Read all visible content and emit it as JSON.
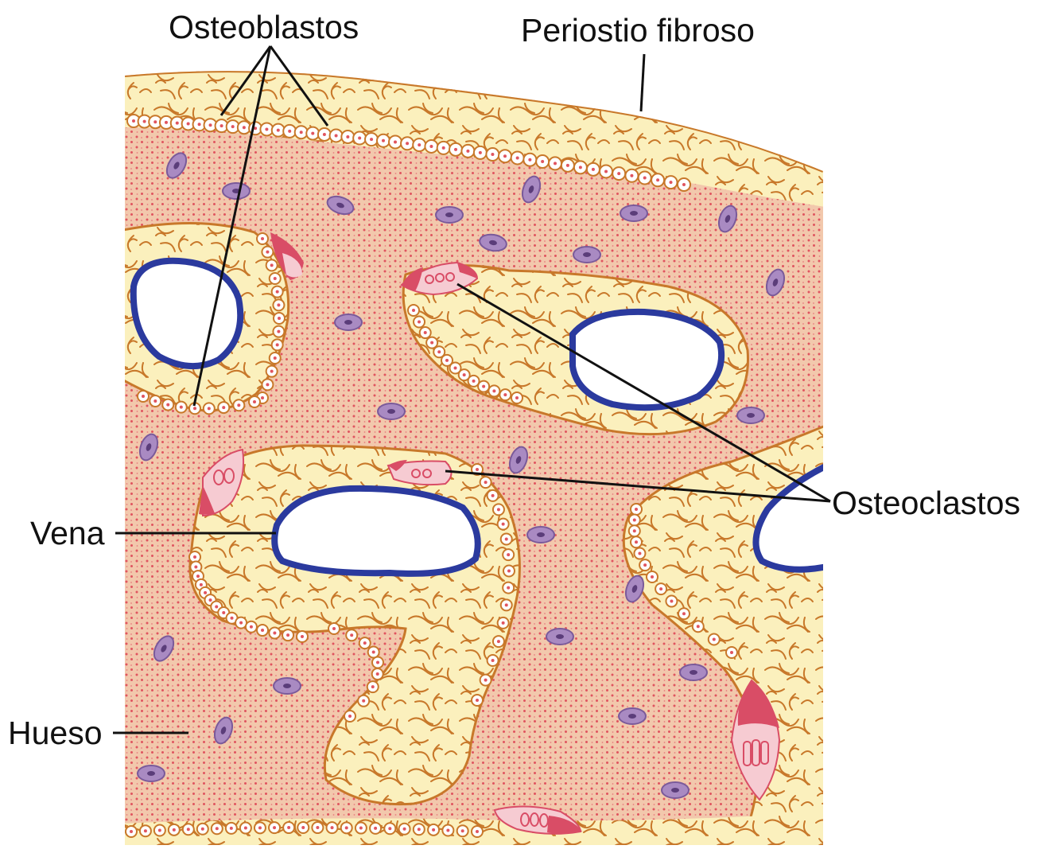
{
  "labels": {
    "osteoblastos": "Osteoblastos",
    "periostio": "Periostio fibroso",
    "osteoclastos": "Osteoclastos",
    "vena": "Vena",
    "hueso": "Hueso"
  },
  "colors": {
    "bone": "#f2c8ac",
    "bone_dots": "#e0545f",
    "connective": "#fbf0bd",
    "fibers": "#c8782a",
    "vein": "#2b3a9e",
    "osteocyte": "#a98ac2",
    "osteoclast": "#d94d66",
    "osteoclast_light": "#f6cbd2"
  }
}
